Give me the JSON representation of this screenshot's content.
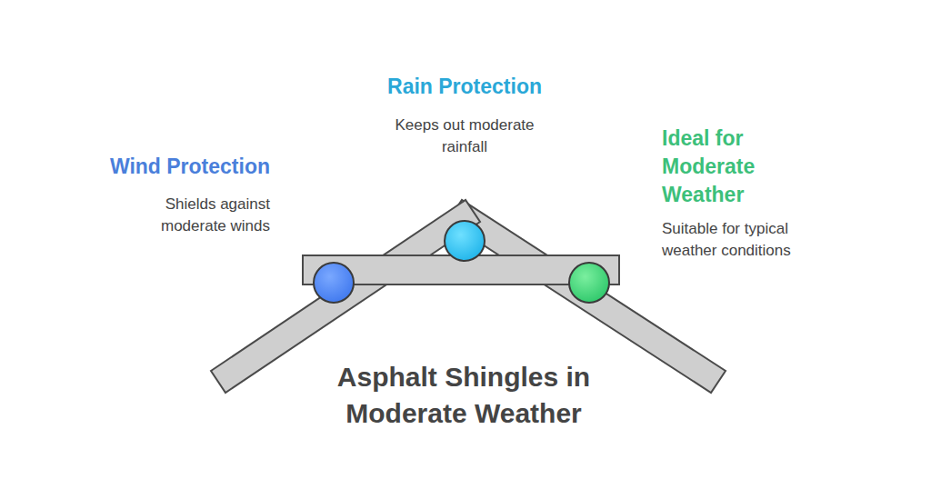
{
  "diagram": {
    "title": "Asphalt Shingles in Moderate Weather",
    "labels": [
      "Wind Protection",
      "Shields against moderate winds",
      "Rain Protection",
      "Keeps out moderate rainfall",
      "Ideal for Moderate Weather",
      "Suitable for typical weather conditions"
    ]
  }
}
